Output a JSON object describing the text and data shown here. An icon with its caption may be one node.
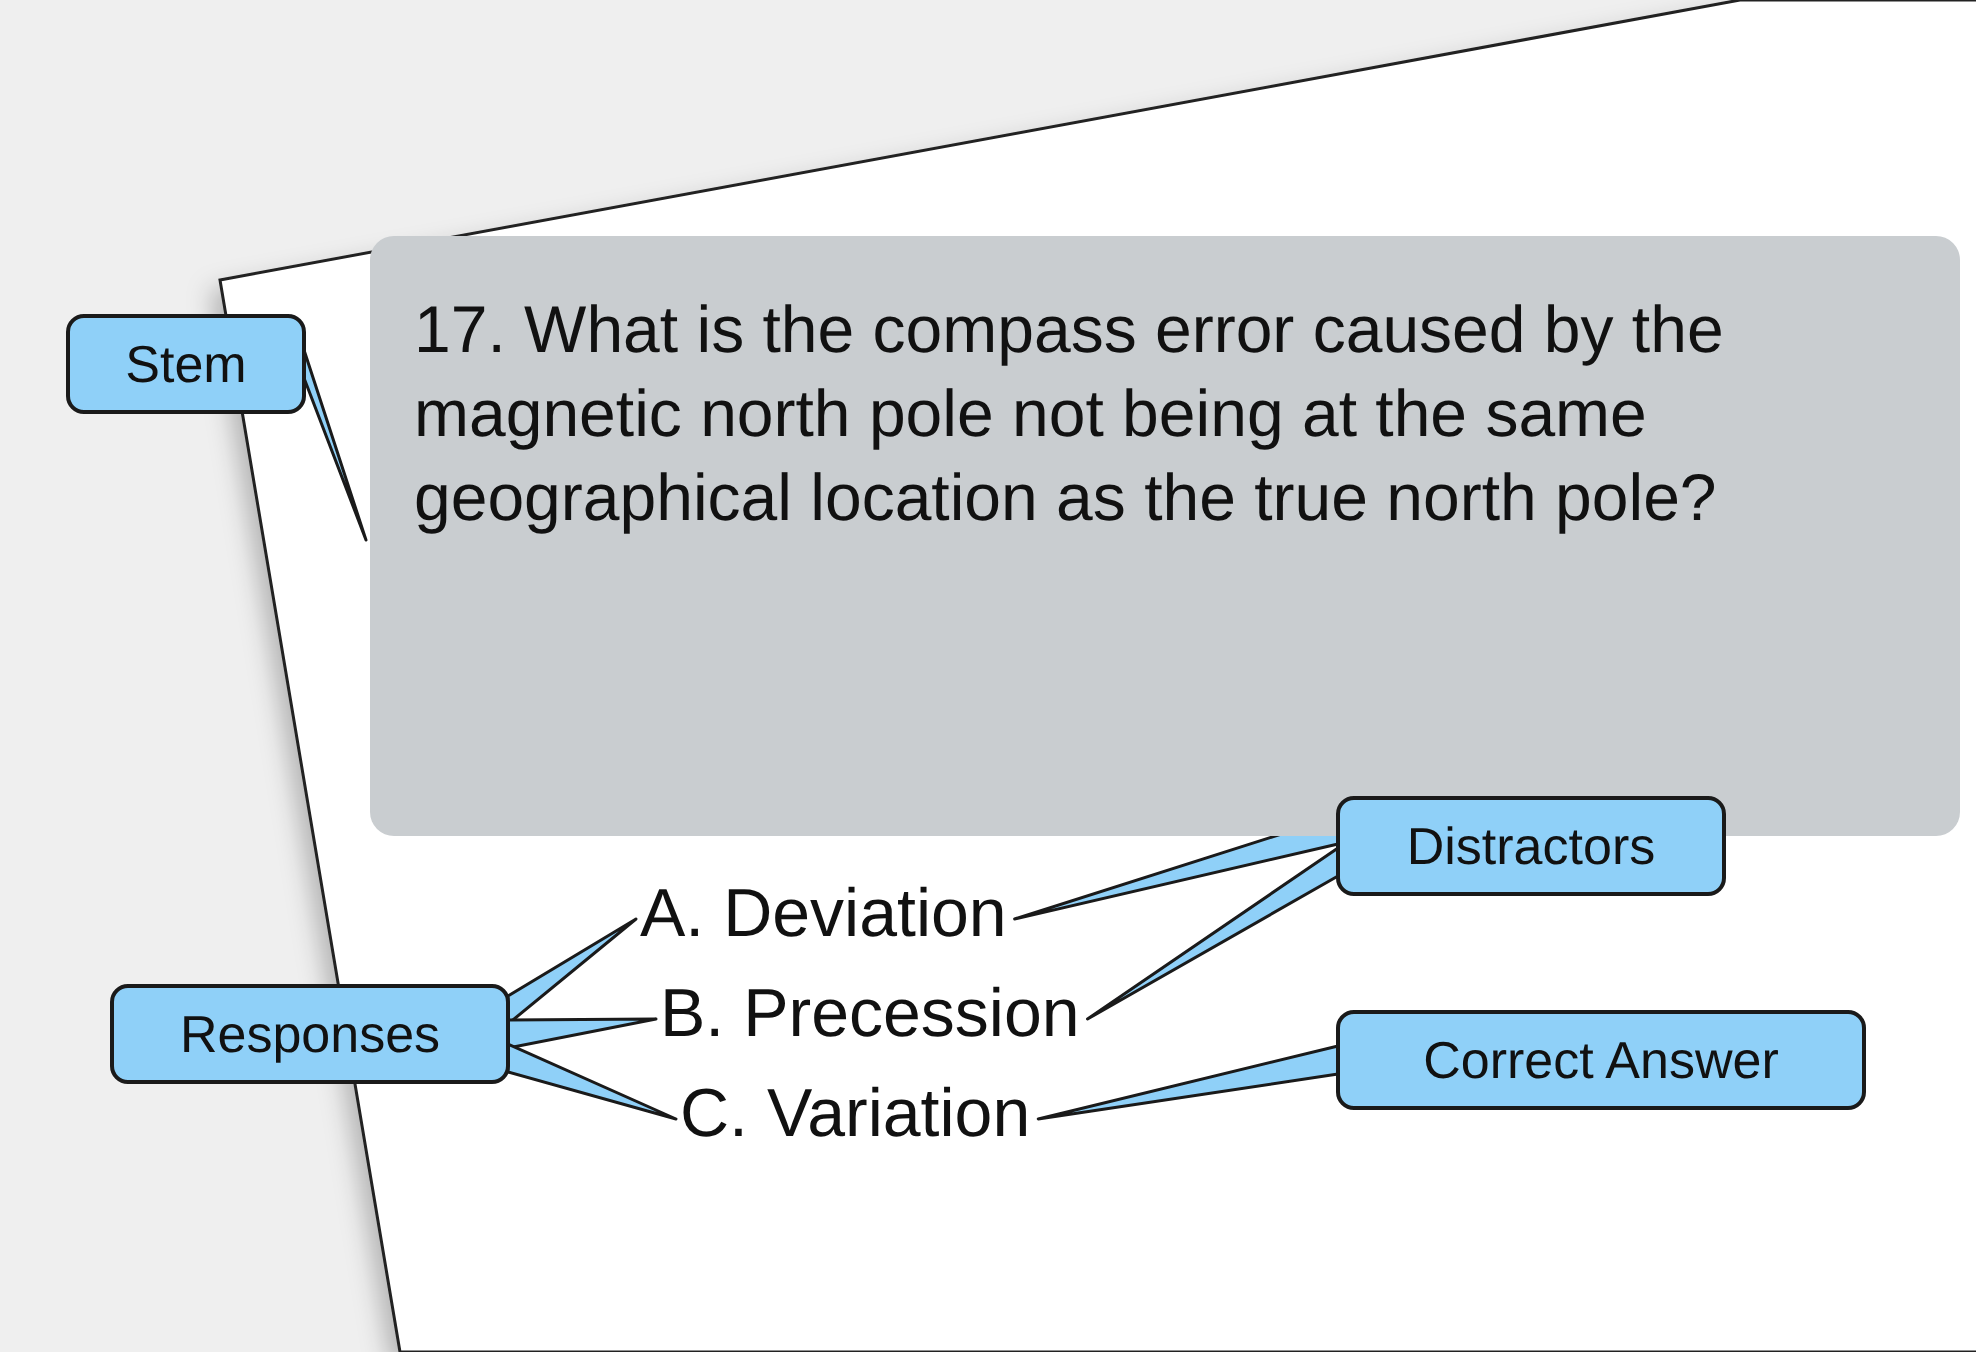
{
  "diagram": {
    "nodes": [
      {
        "text": [
          "Stem"
        ]
      },
      {
        "text": [
          "17. What is the compass error caused by the magnetic north pole not being at the same geographical location as the true north pole?"
        ]
      },
      {
        "text": [
          "A. Deviation"
        ]
      },
      {
        "text": [
          "B. Precession"
        ]
      },
      {
        "text": [
          "C. Variation"
        ]
      },
      {
        "text": [
          "Distractors"
        ]
      },
      {
        "text": [
          "Responses"
        ]
      },
      {
        "text": [
          "Correct Answer"
        ]
      }
    ],
    "edges": [
      {
        "from": 0,
        "to": 1,
        "arrow": "none"
      },
      {
        "from": 5,
        "to": 2,
        "arrow": "none"
      },
      {
        "from": 5,
        "to": 3,
        "arrow": "none"
      },
      {
        "from": 6,
        "to": 2,
        "arrow": "none"
      },
      {
        "from": 6,
        "to": 3,
        "arrow": "none"
      },
      {
        "from": 6,
        "to": 4,
        "arrow": "none"
      },
      {
        "from": 7,
        "to": 4,
        "arrow": "none"
      }
    ]
  }
}
